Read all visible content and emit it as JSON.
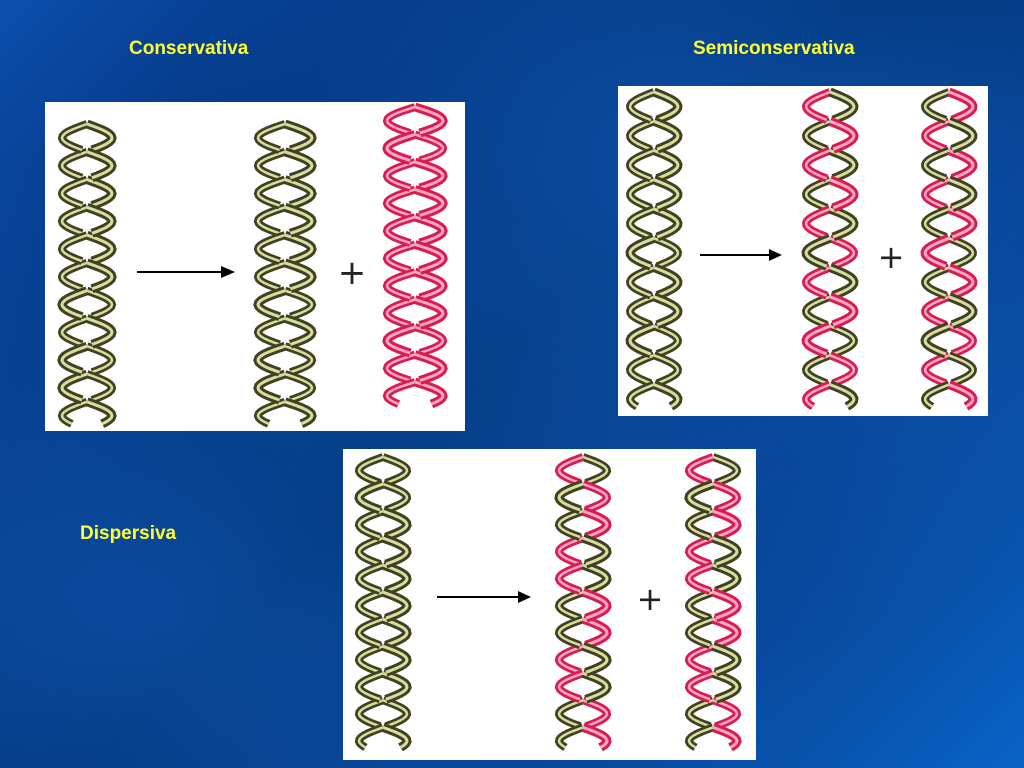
{
  "slide": {
    "background": {
      "dark": "#002a63",
      "light": "#0a63c6"
    },
    "label_color": "#ffff33"
  },
  "conservativa": {
    "title": "Conservativa",
    "plus": "+",
    "parent_strand_colors": [
      "green",
      "green"
    ],
    "daughter_a_strand_colors": [
      "green",
      "green"
    ],
    "daughter_b_strand_colors": [
      "red",
      "red"
    ]
  },
  "semiconservativa": {
    "title": "Semiconservativa",
    "plus": "+",
    "parent_strand_colors": [
      "green",
      "green"
    ],
    "daughter_a_strand_colors": [
      "green",
      "red"
    ],
    "daughter_b_strand_colors": [
      "red",
      "green"
    ]
  },
  "dispersiva": {
    "title": "Dispersiva",
    "plus": "+",
    "parent_strand_colors": [
      "green",
      "green"
    ],
    "daughter_a_strand_colors": [
      "mixed",
      "mixed"
    ],
    "daughter_b_strand_colors": [
      "mixed",
      "mixed"
    ]
  },
  "colors": {
    "green": "#3f4220",
    "green_light": "#d9dca0",
    "red": "#d81b52",
    "red_light": "#f7a9bf",
    "arrow": "#000000"
  }
}
